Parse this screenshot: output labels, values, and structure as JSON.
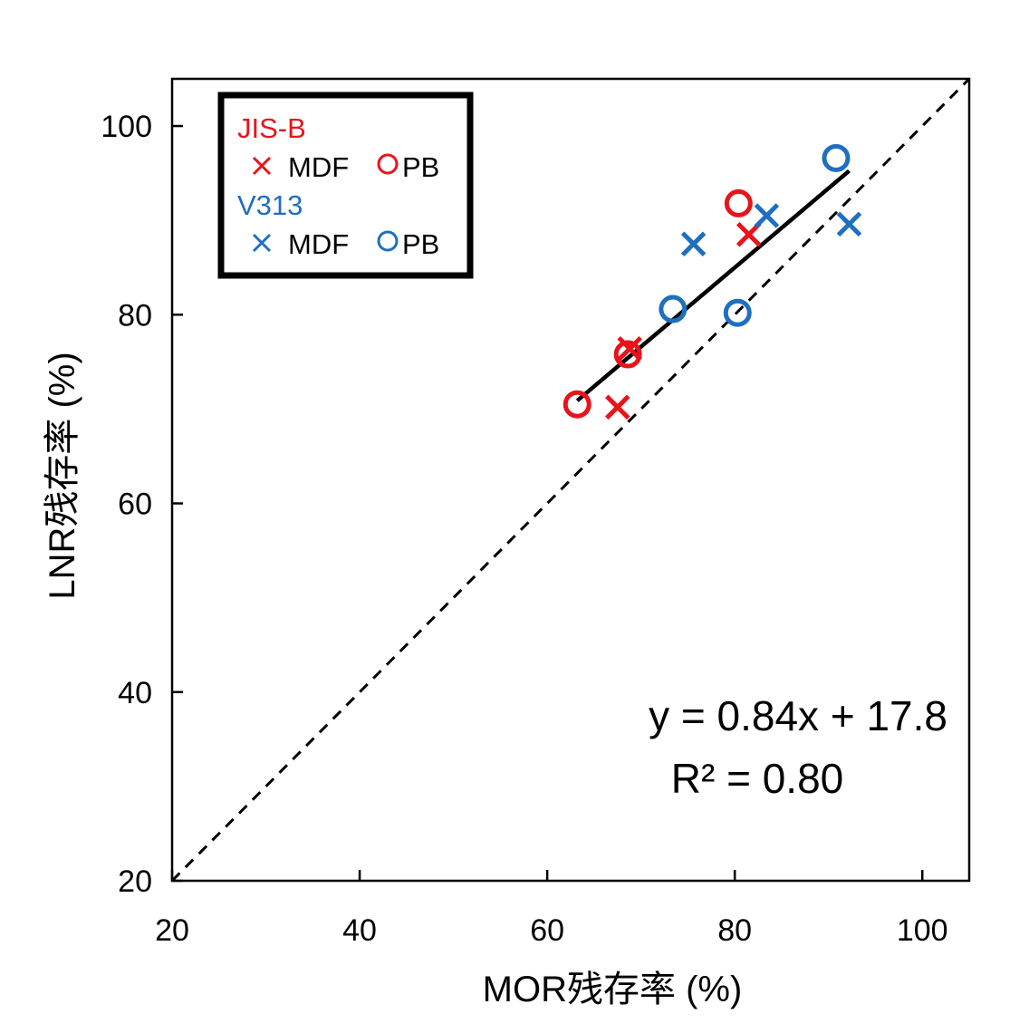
{
  "colors": {
    "jisb": "#e8141b",
    "v313": "#1f6fbf",
    "axis": "#000000"
  },
  "chart_data": {
    "type": "scatter",
    "xlabel": "MOR残存率 (%)",
    "ylabel": "LNR残存率 (%)",
    "xlim": [
      20,
      105
    ],
    "ylim": [
      20,
      105
    ],
    "xticks": [
      "20",
      "40",
      "60",
      "80",
      "100"
    ],
    "yticks": [
      "20",
      "40",
      "60",
      "80",
      "100"
    ],
    "grid": false,
    "legend_position": "top-left",
    "legend": {
      "groups": [
        {
          "name": "JIS-B",
          "color": "#e8141b",
          "items": [
            {
              "marker": "x",
              "label": "MDF"
            },
            {
              "marker": "o",
              "label": "PB"
            }
          ]
        },
        {
          "name": "V313",
          "color": "#1f6fbf",
          "items": [
            {
              "marker": "x",
              "label": "MDF"
            },
            {
              "marker": "o",
              "label": "PB"
            }
          ]
        }
      ]
    },
    "series": [
      {
        "group": "JIS-B",
        "type": "MDF",
        "marker": "x",
        "color": "#e8141b",
        "points": [
          {
            "x": 67.5,
            "y": 70.2
          },
          {
            "x": 68.8,
            "y": 76.4
          },
          {
            "x": 81.5,
            "y": 88.5
          }
        ]
      },
      {
        "group": "JIS-B",
        "type": "PB",
        "marker": "o",
        "color": "#e8141b",
        "points": [
          {
            "x": 63.2,
            "y": 70.5
          },
          {
            "x": 68.6,
            "y": 75.8
          },
          {
            "x": 80.4,
            "y": 91.8
          }
        ]
      },
      {
        "group": "V313",
        "type": "MDF",
        "marker": "x",
        "color": "#1f6fbf",
        "points": [
          {
            "x": 75.6,
            "y": 87.5
          },
          {
            "x": 83.4,
            "y": 90.5
          },
          {
            "x": 92.2,
            "y": 89.6
          }
        ]
      },
      {
        "group": "V313",
        "type": "PB",
        "marker": "o",
        "color": "#1f6fbf",
        "points": [
          {
            "x": 73.4,
            "y": 80.6
          },
          {
            "x": 80.3,
            "y": 80.2
          },
          {
            "x": 90.8,
            "y": 96.6
          }
        ]
      }
    ],
    "regression": {
      "slope": 0.84,
      "intercept": 17.8,
      "x_range": [
        63.2,
        92.2
      ]
    },
    "reference_line": {
      "type": "y=x",
      "style": "dashed"
    },
    "annotations": {
      "equation": "y = 0.84x + 17.8",
      "r2": "R² = 0.80"
    }
  }
}
